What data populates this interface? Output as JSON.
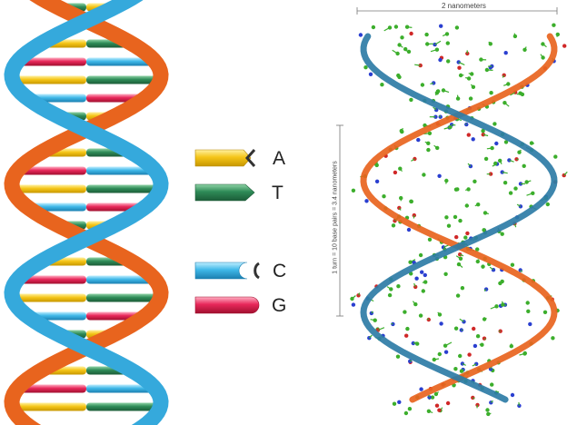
{
  "legend": [
    {
      "letter": "A",
      "color": "#f5c518",
      "shape": "pentagon-notch"
    },
    {
      "letter": "T",
      "color": "#2e8b57",
      "shape": "arrow"
    },
    {
      "letter": "C",
      "color": "#3fb8e8",
      "shape": "round-notch"
    },
    {
      "letter": "G",
      "color": "#e8285a",
      "shape": "round"
    }
  ],
  "colors": {
    "strand_orange": "#e8641e",
    "strand_blue": "#35a9dc",
    "atom_green": "#3cae2c",
    "atom_red": "#d02828",
    "atom_blue": "#2a3fd0",
    "backbone_teal": "#2e7ca6"
  },
  "right_panel": {
    "top_dimension_label": "2 nanometers",
    "side_dimension_label": "1 turn = 10 base pairs = 3.4 nanometers"
  }
}
